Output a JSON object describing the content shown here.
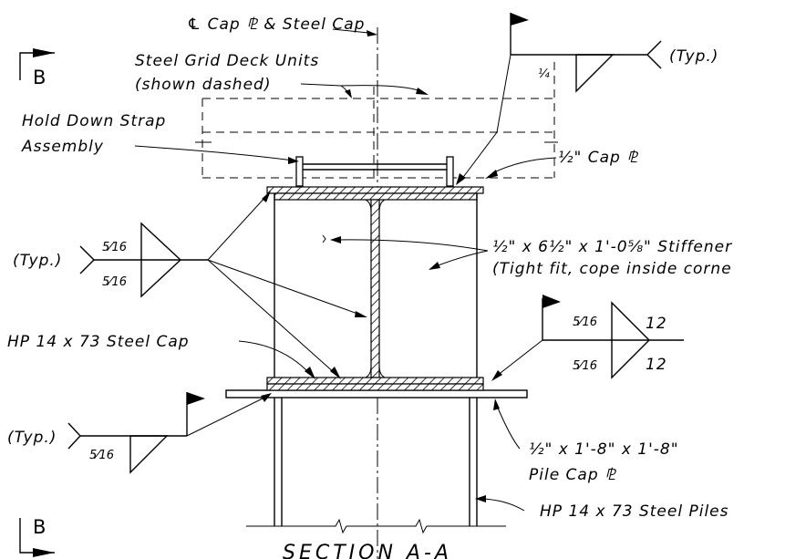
{
  "section_marks": {
    "top": "B",
    "bottom": "B"
  },
  "labels": {
    "cl_cap": "℄ Cap ⅊ & Steel Cap",
    "grid_deck_1": "Steel Grid Deck Units",
    "grid_deck_2": "(shown dashed)",
    "hold_down_1": "Hold Down Strap",
    "hold_down_2": "Assembly",
    "cap_plate": "½\" Cap ⅊",
    "stiffener_1": "½\" x 6½\" x 1'-0⅝\" Stiffener",
    "stiffener_2": "(Tight fit, cope inside corne",
    "hp_cap": "HP 14 x 73 Steel Cap",
    "pile_cap_1": "½\" x 1'-8\" x 1'-8\"",
    "pile_cap_2": "Pile Cap ⅊",
    "hp_piles": "HP 14 x 73 Steel Piles",
    "section_title": "SECTION A-A"
  },
  "welds": {
    "top_right_size": "¼",
    "top_right_note": "(Typ.)",
    "left_upper_note": "(Typ.)",
    "left_upper_size_top": "5⁄16",
    "left_upper_size_bottom": "5⁄16",
    "right_mid_size_top": "5⁄16",
    "right_mid_len_top": "12",
    "right_mid_size_bottom": "5⁄16",
    "right_mid_len_bottom": "12",
    "left_lower_note": "(Typ.)",
    "left_lower_size": "5⁄16"
  }
}
